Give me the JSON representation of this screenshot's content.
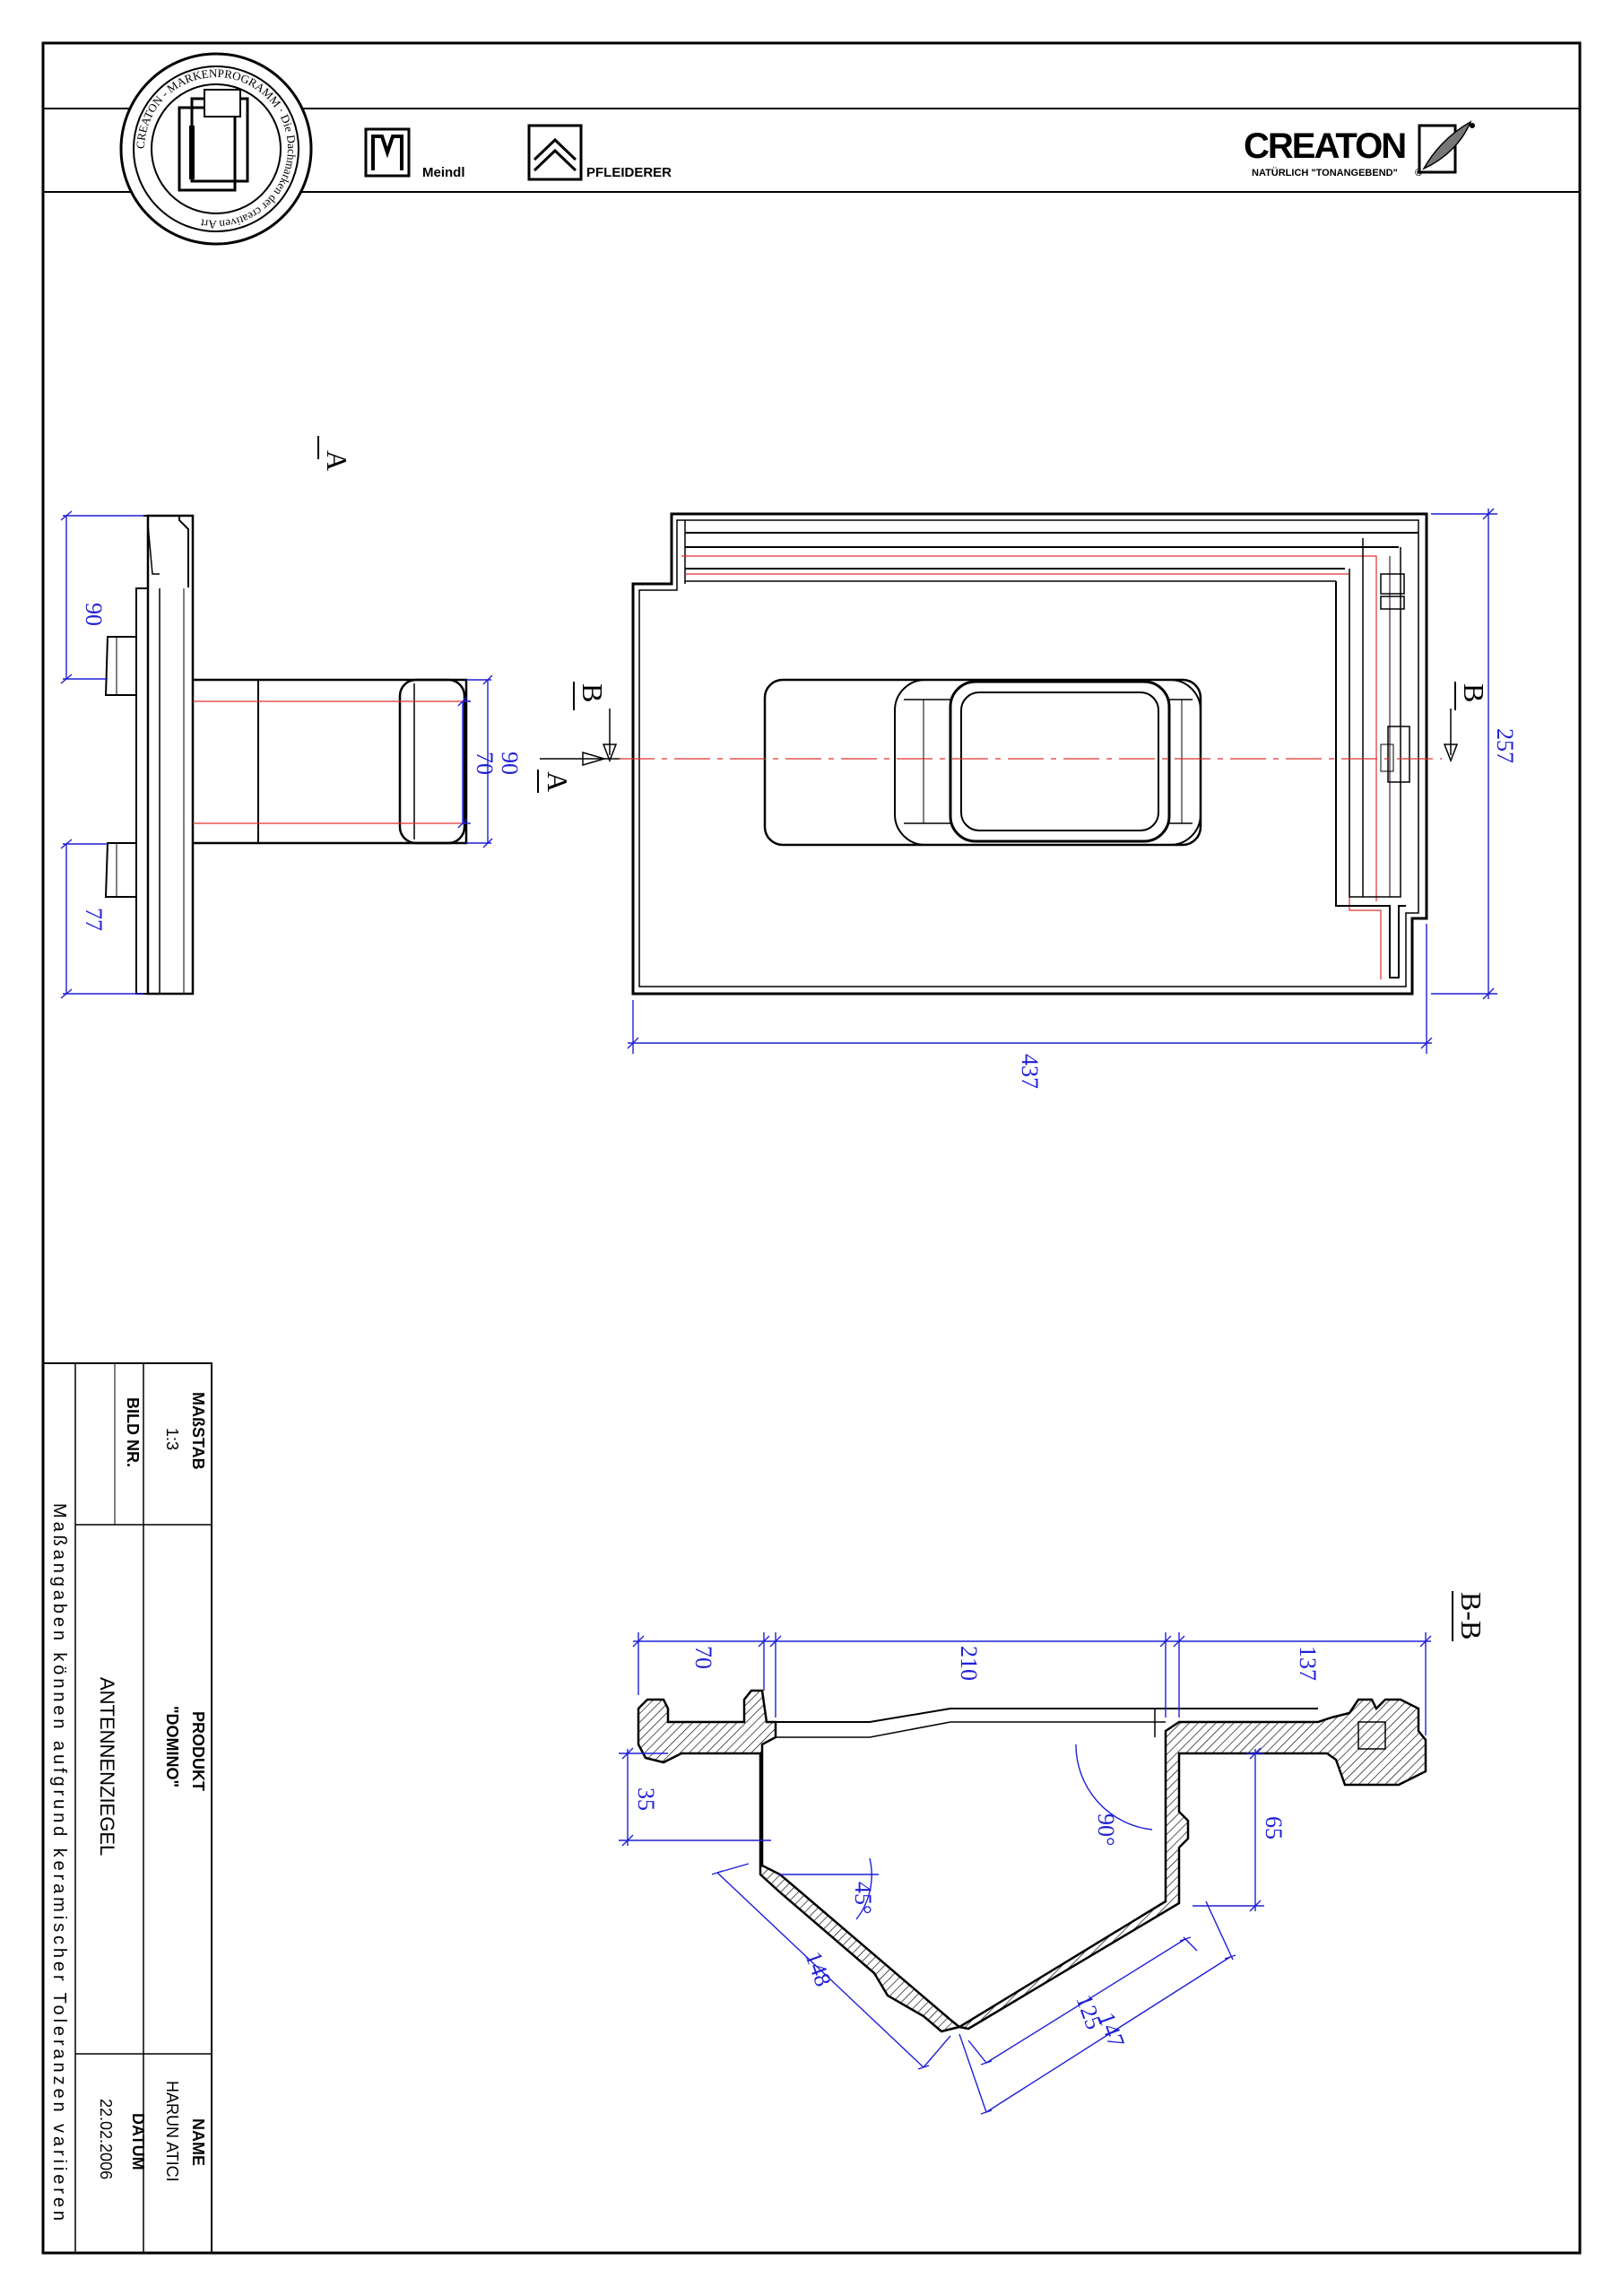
{
  "header": {
    "seal_ring_text": "CREATON - MARKENPROGRAMM · Die Dachmarken der creativen Art",
    "brand_meindl": "Meindl",
    "brand_pfleiderer": "PFLEIDERER",
    "creaton_logo": "CREATON",
    "creaton_tagline": "NATÜRLICH \"TONANGEBEND\"",
    "registered_mark": "®"
  },
  "views": {
    "view_a_label": "A",
    "section_b_left": "B",
    "section_b_right": "B",
    "section_a_marker": "A",
    "section_bb_label": "B-B"
  },
  "dimensions": {
    "side_top": "90",
    "side_bottom": "77",
    "side_inner": "70",
    "side_outer": "90",
    "plan_width": "437",
    "plan_height": "257",
    "sec_70": "70",
    "sec_210": "210",
    "sec_137": "137",
    "sec_35": "35",
    "sec_65": "65",
    "sec_90deg": "90°",
    "sec_45deg": "45°",
    "sec_148": "148",
    "sec_125": "125",
    "sec_147": "147"
  },
  "title_block": {
    "massstab_label": "MAßSTAB",
    "massstab_value": "1:3",
    "bild_nr_label": "BILD NR.",
    "produkt_label": "PRODUKT",
    "produkt_value": "\"DOMINO\"",
    "product_name": "ANTENNENZIEGEL",
    "name_label": "NAME",
    "name_value": "HARUN ATICI",
    "datum_label": "DATUM",
    "datum_value": "22.02.2006",
    "note": "Maßangaben können aufgrund keramischer Toleranzen variieren"
  },
  "colors": {
    "dimension": "#1f1fd6",
    "centerline": "#e03030",
    "ink": "#000000"
  }
}
